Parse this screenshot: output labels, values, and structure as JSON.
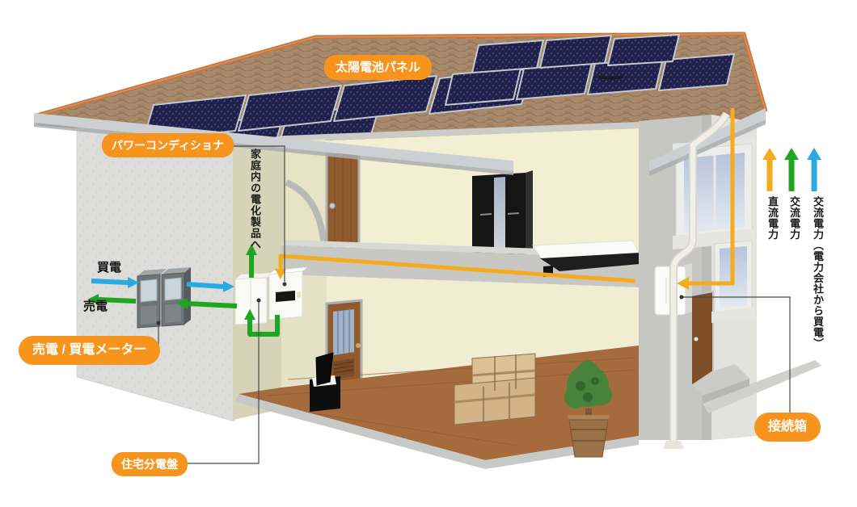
{
  "labels": {
    "solar_panel": "太陽電池パネル",
    "power_conditioner": "パワーコンディショナ",
    "to_home_appliances": "家庭内の電化製品へ",
    "buy_power": "買電",
    "sell_power": "売電",
    "sell_buy_meter": "売電 / 買電メーター",
    "distribution_board": "住宅分電盤",
    "junction_box": "接続箱"
  },
  "legend": {
    "items": [
      {
        "label": "直流電力",
        "color": "#F5AB1E"
      },
      {
        "label": "交流電力",
        "color": "#1FA51F"
      },
      {
        "label": "交流電力（電力会社から買電）",
        "color": "#29ABE2"
      }
    ]
  },
  "flows": {
    "dc_color": "#F5AB1E",
    "ac_color": "#1FA51F",
    "grid_color": "#29ABE2"
  },
  "colors": {
    "label_bg": "#F7941E",
    "label_text": "#FFFFFF"
  }
}
